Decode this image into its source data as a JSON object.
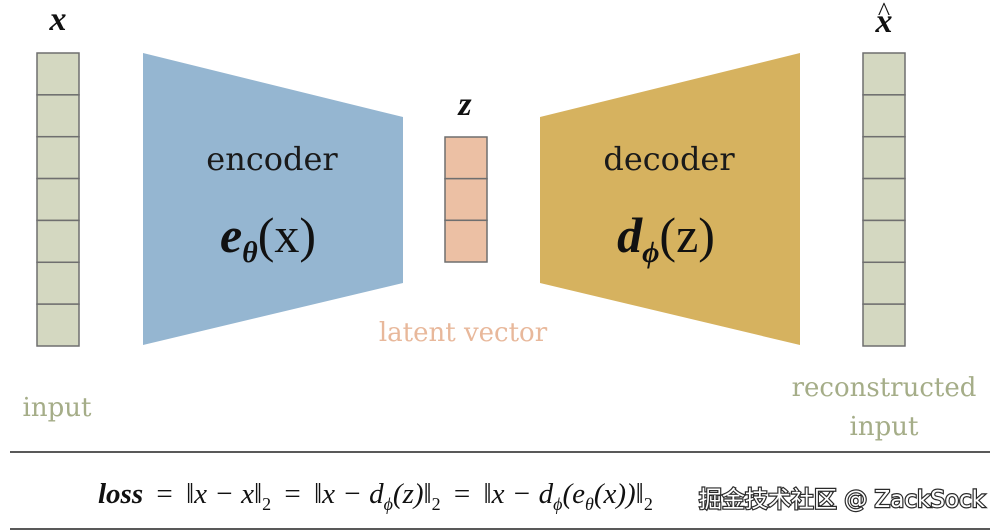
{
  "input": {
    "symbol": "x",
    "caption": "input",
    "cells": 7,
    "fill": "#d4d8c1",
    "stroke": "#6f6f6f",
    "caption_color": "#a5ad88"
  },
  "encoder": {
    "label": "encoder",
    "func": "e",
    "sub": "θ",
    "arg": "(x)",
    "fill": "#95b6d1"
  },
  "latent": {
    "symbol": "z",
    "caption": "latent vector",
    "cells": 3,
    "fill": "#ecc0a4",
    "caption_color": "#e8b89b"
  },
  "decoder": {
    "label": "decoder",
    "func": "d",
    "sub": "ϕ",
    "arg": "(z)",
    "fill": "#d6b25f"
  },
  "output": {
    "symbol": "x",
    "hat": "^",
    "caption_line1": "reconstructed",
    "caption_line2": "input",
    "cells": 7,
    "fill": "#d4d8c1",
    "caption_color": "#a5ad88"
  },
  "loss": {
    "lhs": "loss",
    "eq": "=",
    "t1_open": "‖x − ",
    "t1_hat": "x",
    "t1_close": "‖",
    "t1_sub": "2",
    "t2_open": "‖x − d",
    "t2_sub_phi": "ϕ",
    "t2_arg": "(z)‖",
    "t2_sub": "2",
    "t3_open": "‖x − d",
    "t3_sub_phi": "ϕ",
    "t3_arg_open": "(e",
    "t3_sub_theta": "θ",
    "t3_arg_close": "(x))‖",
    "t3_sub": "2"
  },
  "watermark": {
    "text": "掘金技术社区 @ ZackSock",
    "color": "#ffffff"
  }
}
